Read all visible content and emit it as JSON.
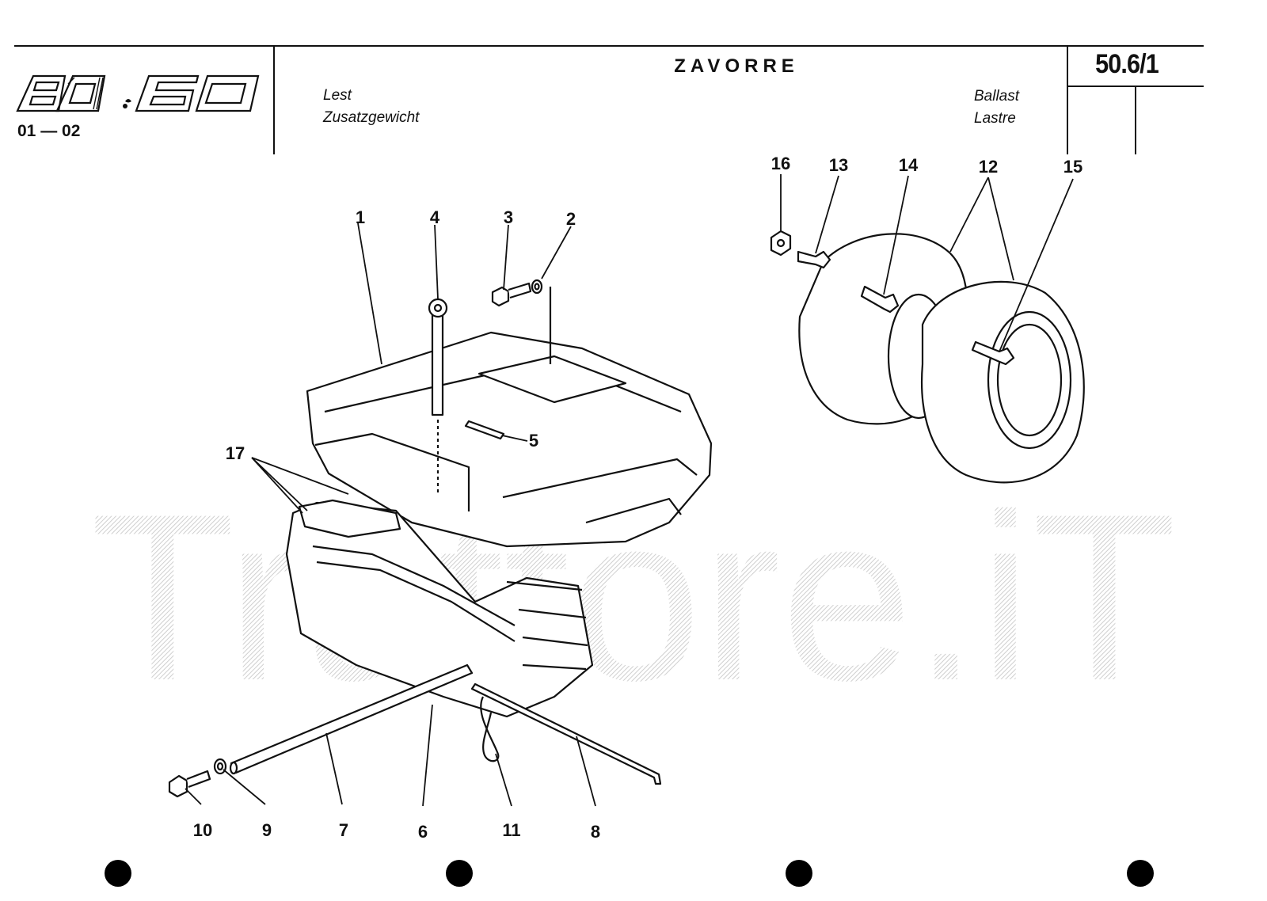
{
  "header": {
    "title": "ZAVORRE",
    "lang_left": [
      "Lest",
      "Zusatzgewicht"
    ],
    "lang_right": [
      "Ballast",
      "Lastre"
    ],
    "page_code": "50.6/1",
    "model_logo": "80.60",
    "model_code": "01 — 02"
  },
  "parts": {
    "left_group": [
      "1",
      "4",
      "3",
      "2",
      "5",
      "17",
      "10",
      "9",
      "7",
      "6",
      "11",
      "8"
    ],
    "right_group": [
      "16",
      "13",
      "14",
      "12",
      "15"
    ]
  },
  "watermark": "Trattore.iT",
  "icons": {
    "logo": "model-80-60-logo-icon",
    "binder_holes": "binder-hole-icon"
  }
}
